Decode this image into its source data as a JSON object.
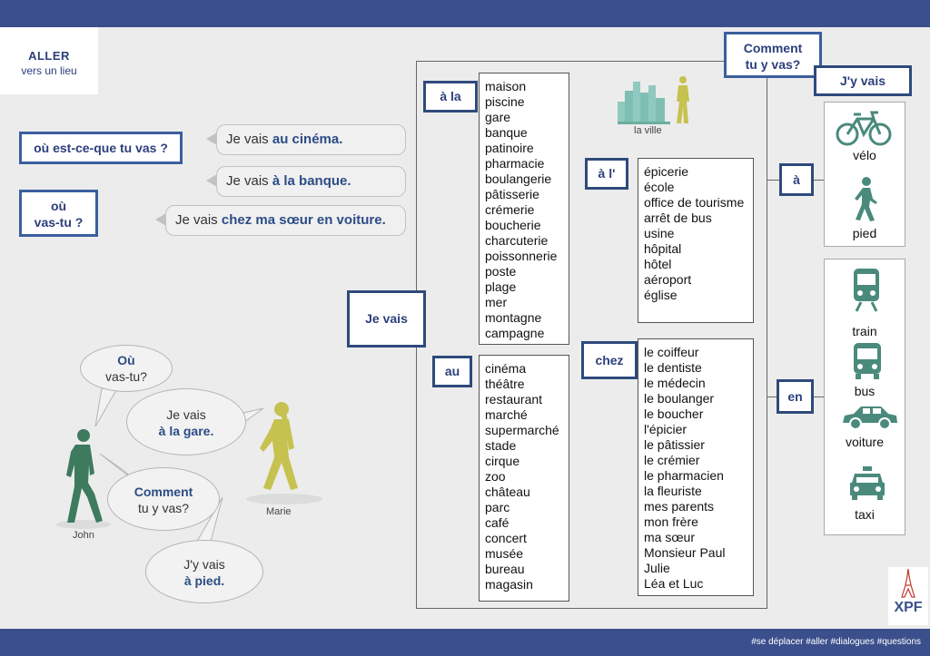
{
  "header": {
    "title": "ALLER",
    "subtitle": "vers un lieu"
  },
  "questions": {
    "q1": "où est-ce-que tu vas ?",
    "q2_line1": "où",
    "q2_line2": "vas-tu ?",
    "q3_line1": "Comment",
    "q3_line2": "tu y vas?"
  },
  "answers": [
    {
      "prefix": "Je vais ",
      "bold": "au cinéma."
    },
    {
      "prefix": "Je vais ",
      "bold": "à la banque."
    },
    {
      "prefix": "Je vais ",
      "bold": "chez ma sœur en voiture."
    }
  ],
  "main_label": "Je vais",
  "reply_label": "J'y vais",
  "city_caption": "la ville",
  "groups": {
    "a_la": {
      "label": "à la",
      "words": [
        "maison",
        "piscine",
        "gare",
        "banque",
        "patinoire",
        "pharmacie",
        "boulangerie",
        "pâtisserie",
        "crémerie",
        "boucherie",
        "charcuterie",
        "poissonnerie",
        "poste",
        "plage",
        "mer",
        "montagne",
        "campagne"
      ]
    },
    "a_l": {
      "label": "à l'",
      "words": [
        "épicerie",
        "école",
        "office de tourisme",
        "arrêt de bus",
        "usine",
        "hôpital",
        "hôtel",
        "aéroport",
        "église"
      ]
    },
    "au": {
      "label": "au",
      "words": [
        "cinéma",
        "théâtre",
        "restaurant",
        "marché",
        "supermarché",
        "stade",
        "cirque",
        "zoo",
        "château",
        "parc",
        "café",
        "concert",
        "musée",
        "bureau",
        "magasin"
      ]
    },
    "chez": {
      "label": "chez",
      "words": [
        "le coiffeur",
        "le dentiste",
        "le médecin",
        "le boulanger",
        "le boucher",
        "l'épicier",
        "le pâtissier",
        "le crémier",
        "le pharmacien",
        "la fleuriste",
        "mes parents",
        "mon frère",
        "ma sœur",
        "Monsieur Paul",
        "Julie",
        "Léa et Luc"
      ]
    }
  },
  "transport": {
    "a_label": "à",
    "en_label": "en",
    "a_items": [
      {
        "label": "vélo",
        "icon": "bicycle-icon"
      },
      {
        "label": "pied",
        "icon": "walking-person-icon"
      }
    ],
    "en_items": [
      {
        "label": "train",
        "icon": "train-icon"
      },
      {
        "label": "bus",
        "icon": "bus-icon"
      },
      {
        "label": "voiture",
        "icon": "car-icon"
      },
      {
        "label": "taxi",
        "icon": "taxi-icon"
      }
    ]
  },
  "dialogue": {
    "b1_line1": "Où",
    "b1_line2": "vas-tu?",
    "b2_line1": "Je vais",
    "b2_line2": "à la gare.",
    "b3_line1": "Comment",
    "b3_line2": "tu y vas?",
    "b4_line1": "J'y vais",
    "b4_line2": "à pied.",
    "name_left": "John",
    "name_right": "Marie"
  },
  "logo": {
    "text": "XPF",
    "icon": "eiffel-tower-icon"
  },
  "footer": {
    "tags": "#se déplacer #aller #dialogues #questions"
  },
  "colors": {
    "bar": "#3b4f8c",
    "accent": "#2c4c85",
    "teal": "#4a8a7c",
    "olive": "#b8b648"
  }
}
